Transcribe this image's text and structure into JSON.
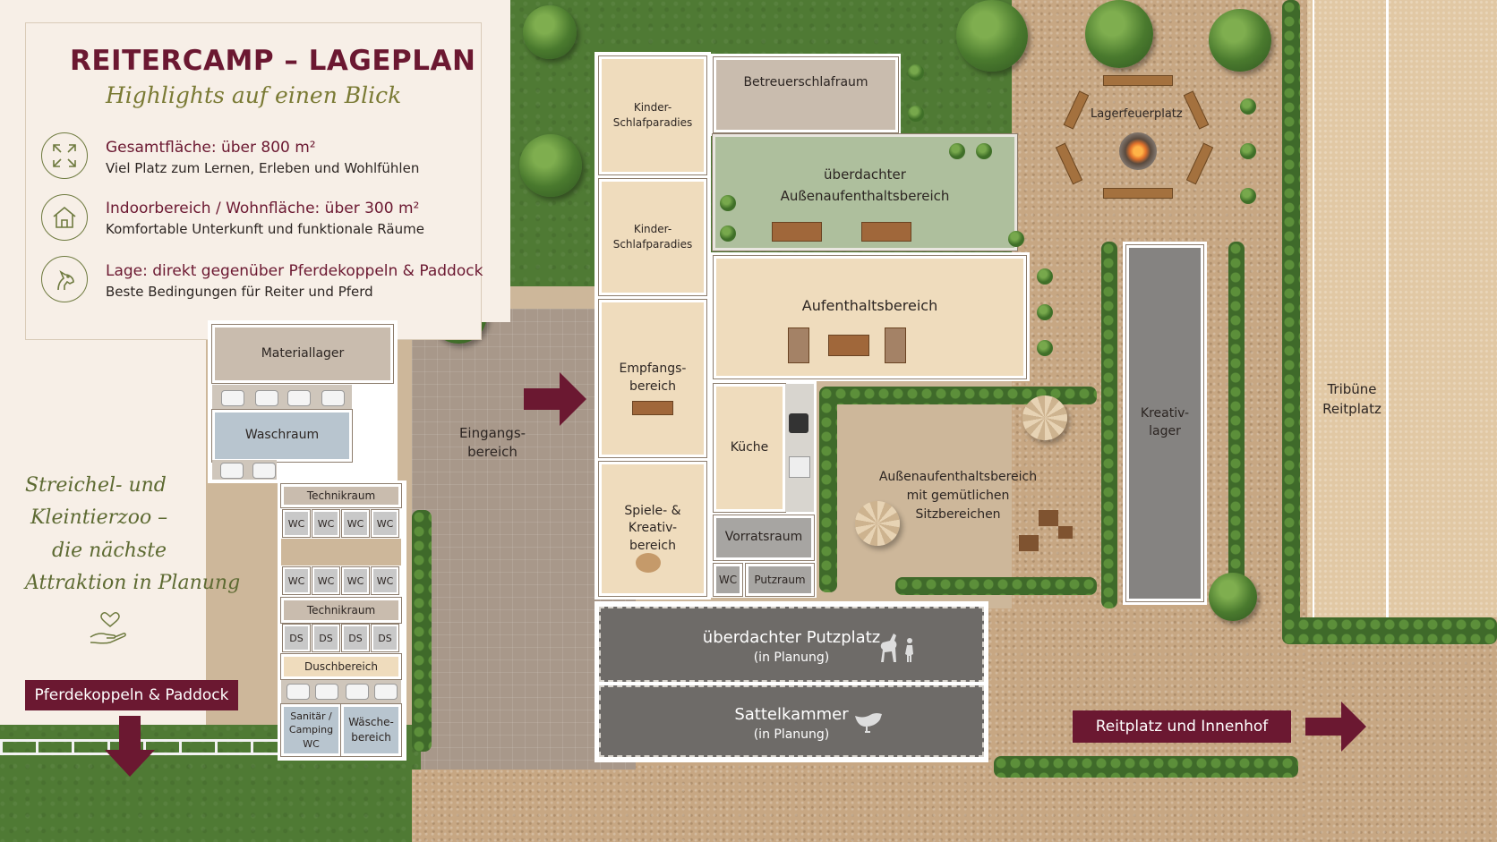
{
  "title": "REITERCAMP – LAGEPLAN",
  "subtitle": "Highlights auf einen Blick",
  "features": [
    {
      "icon": "expand-arrows-icon",
      "title": "Gesamtfläche: über 800 m²",
      "desc": "Viel Platz zum Lernen, Erleben und Wohlfühlen"
    },
    {
      "icon": "house-icon",
      "title": "Indoorbereich / Wohnfläche: über 300 m²",
      "desc": "Komfortable Unterkunft und funktionale Räume"
    },
    {
      "icon": "horse-head-icon",
      "title": "Lage: direkt gegenüber Pferdekoppeln & Paddock",
      "desc": "Beste Bedingungen für Reiter und Pferd"
    }
  ],
  "zoo_note": [
    "Streichel- und",
    "Kleintierzoo –",
    "die nächste",
    "Attraktion in Planung"
  ],
  "rooms": {
    "materiallager": "Materiallager",
    "waschraum": "Waschraum",
    "technikraum": "Technikraum",
    "wc": "WC",
    "ds": "DS",
    "duschbereich": "Duschbereich",
    "sanitaer": "Sanitär / Camping WC",
    "waesche": "Wäsche- bereich",
    "kinder1": "Kinder- Schlafparadies",
    "kinder2": "Kinder- Schlafparadies",
    "empfang": "Empfangs- bereich",
    "spiele": "Spiele- & Kreativ- bereich",
    "betreuer": "Betreuerschlafraum",
    "ueberdacht_aussen": "überdachter Außenaufenthaltsbereich",
    "aufenthalt": "Aufenthaltsbereich",
    "kueche": "Küche",
    "vorrat": "Vorratsraum",
    "wc_small": "WC",
    "putzraum": "Putzraum"
  },
  "areas": {
    "eingang": "Eingangs- bereich",
    "lagerfeuer": "Lagerfeuerplatz",
    "kreativlager": "Kreativ- lager",
    "aussen_sitz": "Außenaufenthaltsbereich mit gemütlichen Sitzbereichen",
    "tribuene": "Tribüne Reitplatz"
  },
  "planned": [
    {
      "name": "überdachter Putzplatz",
      "note": "(in Planung)"
    },
    {
      "name": "Sattelkammer",
      "note": "(in Planung)"
    }
  ],
  "labels": {
    "paddock": "Pferdekoppeln & Paddock",
    "reitplatz": "Reitplatz und Innenhof"
  },
  "colors": {
    "accent": "#6b1831",
    "olive": "#6e7a3f",
    "grass": "#4f7a34"
  }
}
